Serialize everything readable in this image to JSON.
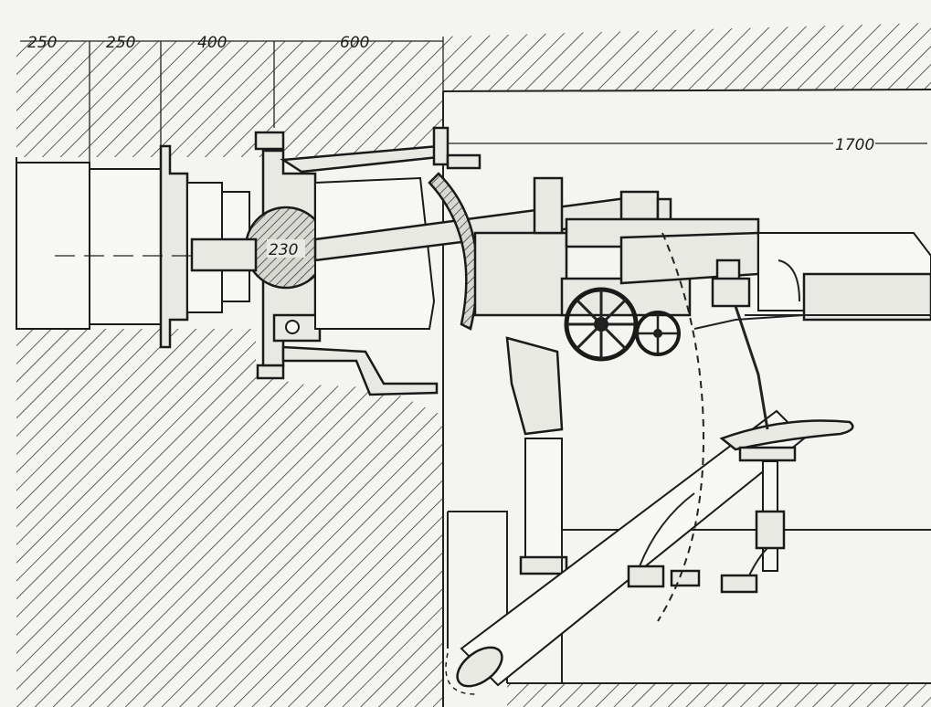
{
  "drawing": {
    "dimensions": {
      "d1": "250",
      "d2": "250",
      "d3": "400",
      "d4": "600",
      "d5": "1700",
      "ball": "230"
    }
  }
}
